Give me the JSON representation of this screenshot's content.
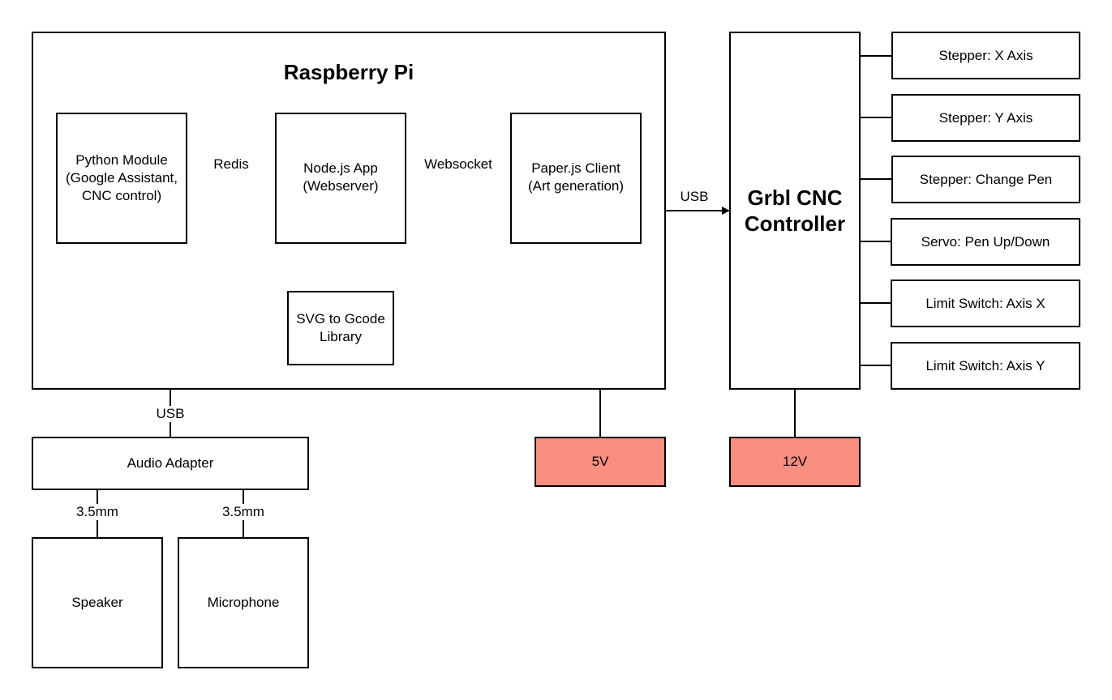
{
  "raspberry_pi": {
    "title": "Raspberry Pi",
    "python_module": "Python Module\n(Google Assistant,\nCNC control)",
    "node_app": "Node.js App\n(Webserver)",
    "paper_client": "Paper.js Client\n(Art generation)",
    "svg_library": "SVG to Gcode\nLibrary"
  },
  "connections": {
    "redis": "Redis",
    "websocket": "Websocket",
    "usb_grbl": "USB",
    "usb_audio": "USB",
    "jack_speaker": "3.5mm",
    "jack_mic": "3.5mm"
  },
  "grbl": {
    "label": "Grbl CNC\nController"
  },
  "peripherals": [
    "Stepper: X Axis",
    "Stepper: Y Axis",
    "Stepper: Change Pen",
    "Servo: Pen Up/Down",
    "Limit Switch: Axis X",
    "Limit Switch: Axis Y"
  ],
  "power": {
    "pi": "5V",
    "grbl": "12V"
  },
  "audio": {
    "adapter": "Audio Adapter",
    "speaker": "Speaker",
    "microphone": "Microphone"
  },
  "colors": {
    "power_fill": "#fa8e81",
    "stroke": "#000000"
  }
}
